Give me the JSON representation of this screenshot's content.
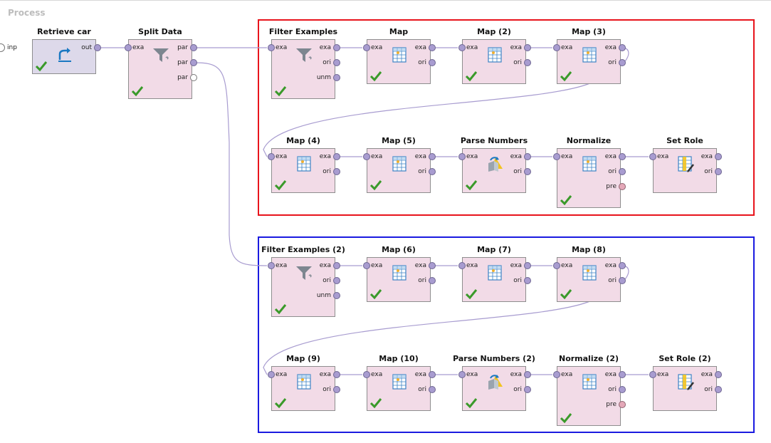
{
  "panel": {
    "title": "Process"
  },
  "colors": {
    "group_red": "#e8141c",
    "group_blue": "#1a1ae0",
    "wire": "#a89cd0",
    "check": "#3a9a2a"
  },
  "process_input": {
    "label": "inp"
  },
  "operators": {
    "retrieve_car": {
      "title": "Retrieve car",
      "out": "out",
      "icon": "retrieve-icon"
    },
    "split_data": {
      "title": "Split Data",
      "in": "exa",
      "out1": "par",
      "out2": "par",
      "out3": "par",
      "icon": "filter-icon"
    },
    "filter_examples": {
      "title": "Filter Examples",
      "in": "exa",
      "o1": "exa",
      "o2": "ori",
      "o3": "unm"
    },
    "map": {
      "title": "Map",
      "in": "exa",
      "o1": "exa",
      "o2": "ori"
    },
    "map2": {
      "title": "Map (2)",
      "in": "exa",
      "o1": "exa",
      "o2": "ori"
    },
    "map3": {
      "title": "Map (3)",
      "in": "exa",
      "o1": "exa",
      "o2": "ori"
    },
    "map4": {
      "title": "Map (4)",
      "in": "exa",
      "o1": "exa",
      "o2": "ori"
    },
    "map5": {
      "title": "Map (5)",
      "in": "exa",
      "o1": "exa",
      "o2": "ori"
    },
    "parse_numbers": {
      "title": "Parse Numbers",
      "in": "exa",
      "o1": "exa",
      "o2": "ori"
    },
    "normalize": {
      "title": "Normalize",
      "in": "exa",
      "o1": "exa",
      "o2": "ori",
      "o3": "pre"
    },
    "set_role": {
      "title": "Set Role",
      "in": "exa",
      "o1": "exa",
      "o2": "ori"
    },
    "filter_examples_2": {
      "title": "Filter Examples (2)",
      "in": "exa",
      "o1": "exa",
      "o2": "ori",
      "o3": "unm"
    },
    "map6": {
      "title": "Map (6)",
      "in": "exa",
      "o1": "exa",
      "o2": "ori"
    },
    "map7": {
      "title": "Map (7)",
      "in": "exa",
      "o1": "exa",
      "o2": "ori"
    },
    "map8": {
      "title": "Map (8)",
      "in": "exa",
      "o1": "exa",
      "o2": "ori"
    },
    "map9": {
      "title": "Map (9)",
      "in": "exa",
      "o1": "exa",
      "o2": "ori"
    },
    "map10": {
      "title": "Map (10)",
      "in": "exa",
      "o1": "exa",
      "o2": "ori"
    },
    "parse_numbers_2": {
      "title": "Parse Numbers (2)",
      "in": "exa",
      "o1": "exa",
      "o2": "ori"
    },
    "normalize_2": {
      "title": "Normalize (2)",
      "in": "exa",
      "o1": "exa",
      "o2": "ori",
      "o3": "pre"
    },
    "set_role_2": {
      "title": "Set Role (2)",
      "in": "exa",
      "o1": "exa",
      "o2": "ori"
    }
  }
}
